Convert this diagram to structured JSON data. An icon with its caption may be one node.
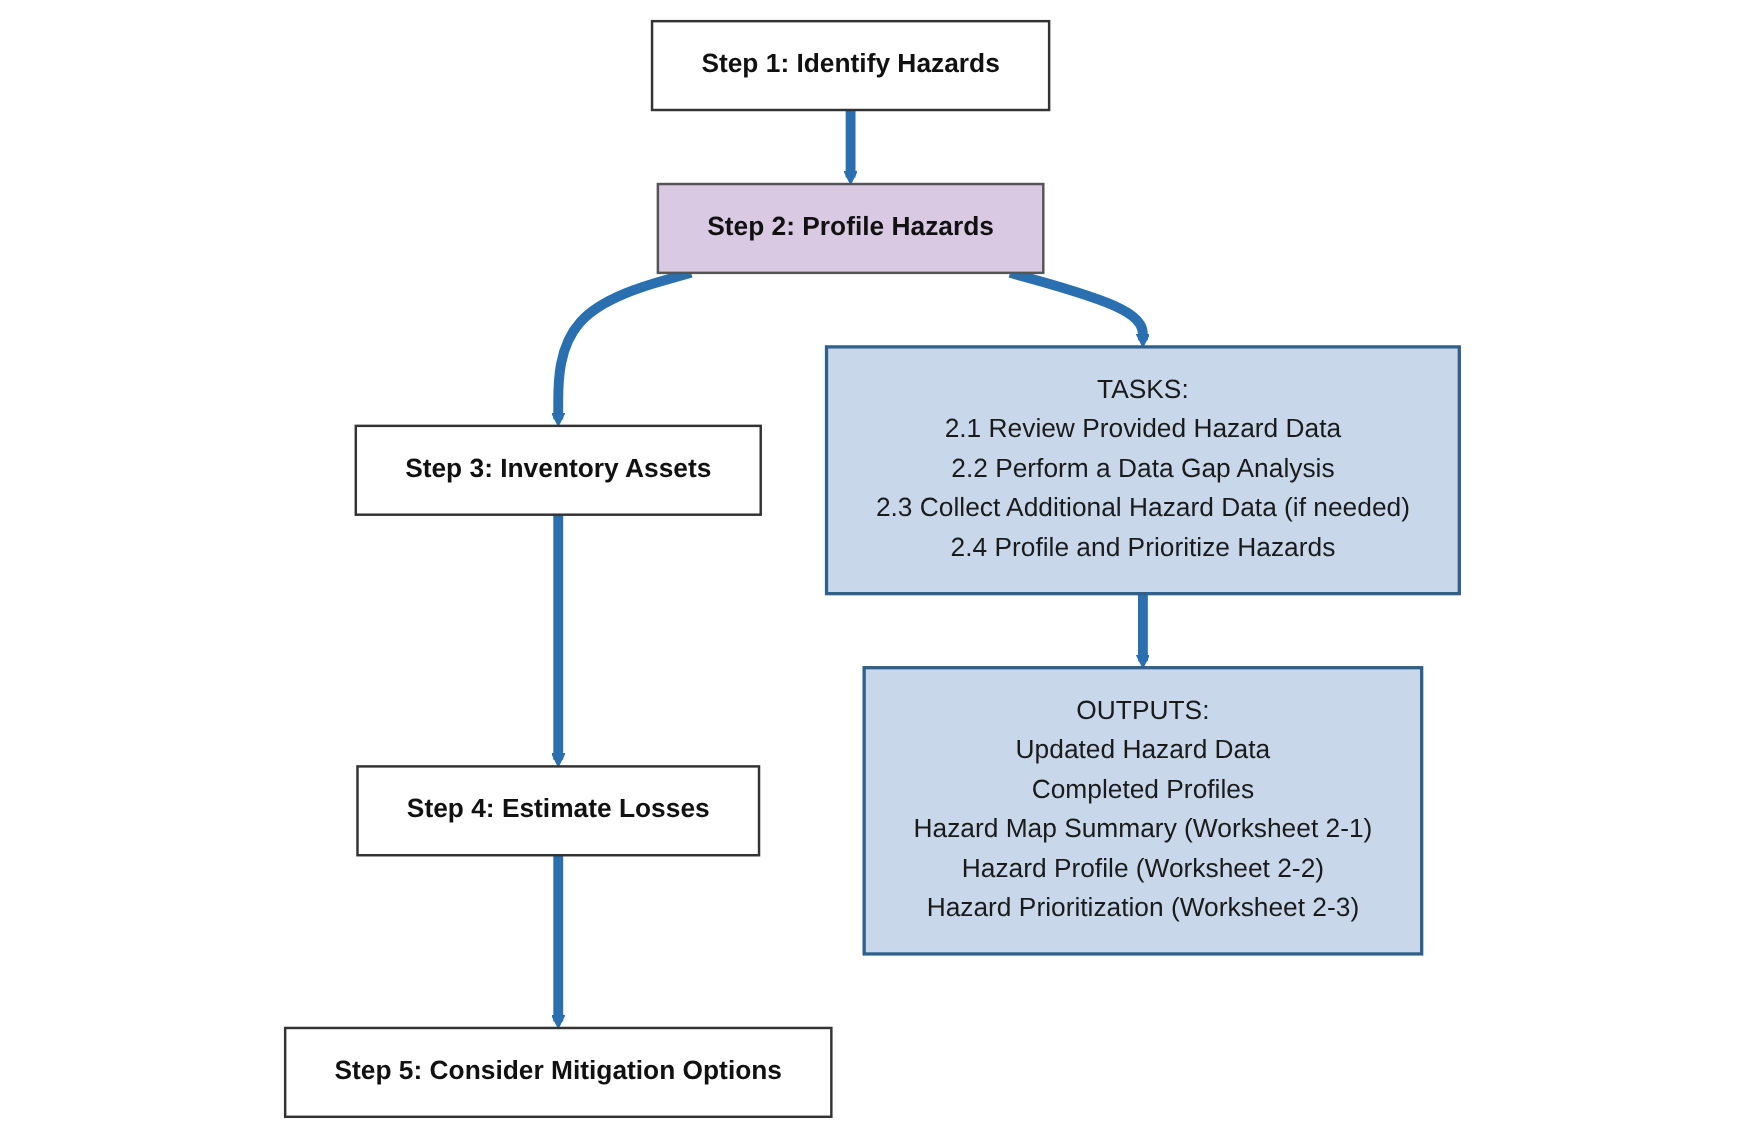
{
  "diagram": {
    "nodes": [
      {
        "text": [
          "Step 1: Identify Hazards"
        ]
      },
      {
        "text": [
          "Step 2: Profile Hazards"
        ]
      },
      {
        "text": [
          "Step 3: Inventory Assets"
        ]
      },
      {
        "text": [
          "Step 4: Estimate Losses"
        ]
      },
      {
        "text": [
          "Step 5: Consider Mitigation Options"
        ]
      },
      {
        "text": [
          "TASKS:",
          "2.1 Review Provided Hazard Data",
          "2.2 Perform a Data Gap Analysis",
          "2.3 Collect Additional Hazard Data (if needed)",
          "2.4 Profile and Prioritize Hazards"
        ]
      },
      {
        "text": [
          "OUTPUTS:",
          "Updated Hazard Data",
          "Completed Profiles",
          "Hazard Map Summary (Worksheet 2-1)",
          "Hazard Profile (Worksheet 2-2)",
          "Hazard Prioritization (Worksheet 2-3)"
        ]
      }
    ],
    "edges": [
      {
        "from": 0,
        "to": 1,
        "arrow": "to"
      },
      {
        "from": 1,
        "to": 2,
        "arrow": "to"
      },
      {
        "from": 2,
        "to": 3,
        "arrow": "to"
      },
      {
        "from": 3,
        "to": 4,
        "arrow": "to"
      },
      {
        "from": 1,
        "to": 5,
        "arrow": "to"
      },
      {
        "from": 5,
        "to": 6,
        "arrow": "to"
      }
    ]
  }
}
